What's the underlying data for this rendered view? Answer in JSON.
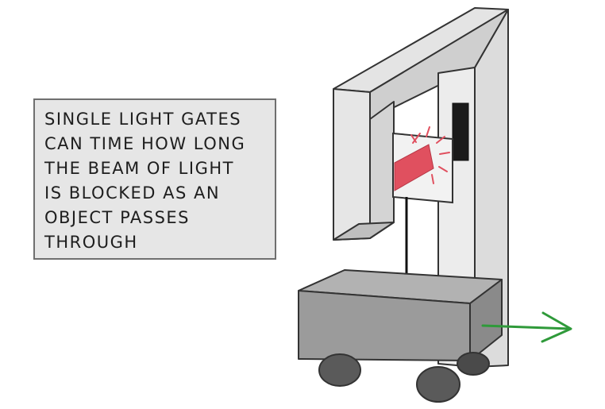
{
  "caption": {
    "lines": [
      "SINGLE LIGHT GATES",
      "CAN TIME HOW LONG",
      "THE BEAM OF LIGHT",
      "IS BLOCKED AS AN",
      "OBJECT PASSES",
      "THROUGH"
    ]
  },
  "colors": {
    "frame_fill": "#e2e2e2",
    "frame_side": "#c9c9c9",
    "beam": "#e0505f",
    "sensor": "#1a1a1a",
    "trolley_front": "#9b9b9b",
    "trolley_top": "#b2b2b2",
    "trolley_side": "#8a8a8a",
    "wheel": "#5a5a5a",
    "arrow": "#2f9a3a"
  },
  "icons": {
    "motion": "arrow-right-icon",
    "beam": "light-beam-icon"
  }
}
